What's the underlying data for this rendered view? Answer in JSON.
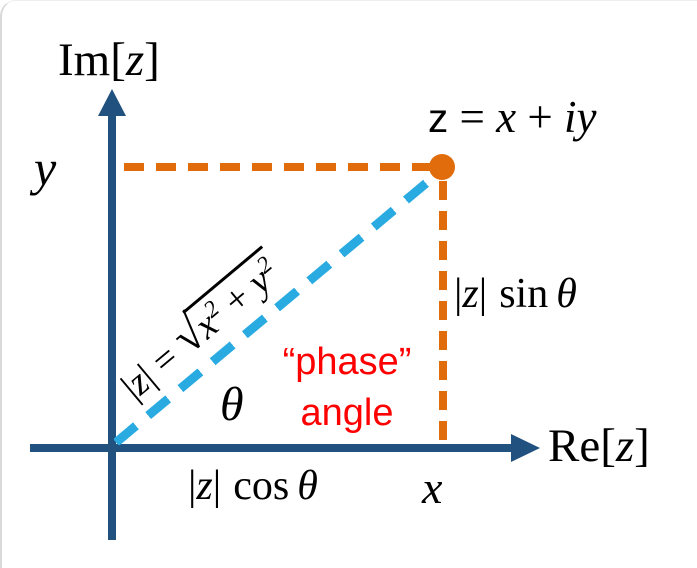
{
  "colors": {
    "axis": "#21517E",
    "orange": "#E16C0C",
    "cyan": "#29ABE2",
    "red": "#FF0000"
  },
  "axes": {
    "imaginary": {
      "pre": "Im[",
      "var": "z",
      "post": "]"
    },
    "real": {
      "pre": "Re[",
      "var": "z",
      "post": "]"
    }
  },
  "point": {
    "equation": {
      "z": "z",
      "eq": " = ",
      "x": "x",
      "plus": " + ",
      "iy": "iy"
    }
  },
  "coords": {
    "y": "y",
    "x": "x"
  },
  "modulus": {
    "bar1": "|",
    "z": "z",
    "bar2": "|",
    "eq": " = ",
    "radical": "√",
    "rx": "x",
    "rx_exp": "2",
    "plus": " + ",
    "ry": "y",
    "ry_exp": "2"
  },
  "projections": {
    "sin": {
      "bar1": "|",
      "z": "z",
      "bar2": "|",
      "fn": "sin",
      "theta": "θ"
    },
    "cos": {
      "bar1": "|",
      "z": "z",
      "bar2": "|",
      "fn": "cos",
      "theta": "θ"
    }
  },
  "angle": {
    "symbol": "θ",
    "annotation_line1": "“phase”",
    "annotation_line2": "angle"
  }
}
